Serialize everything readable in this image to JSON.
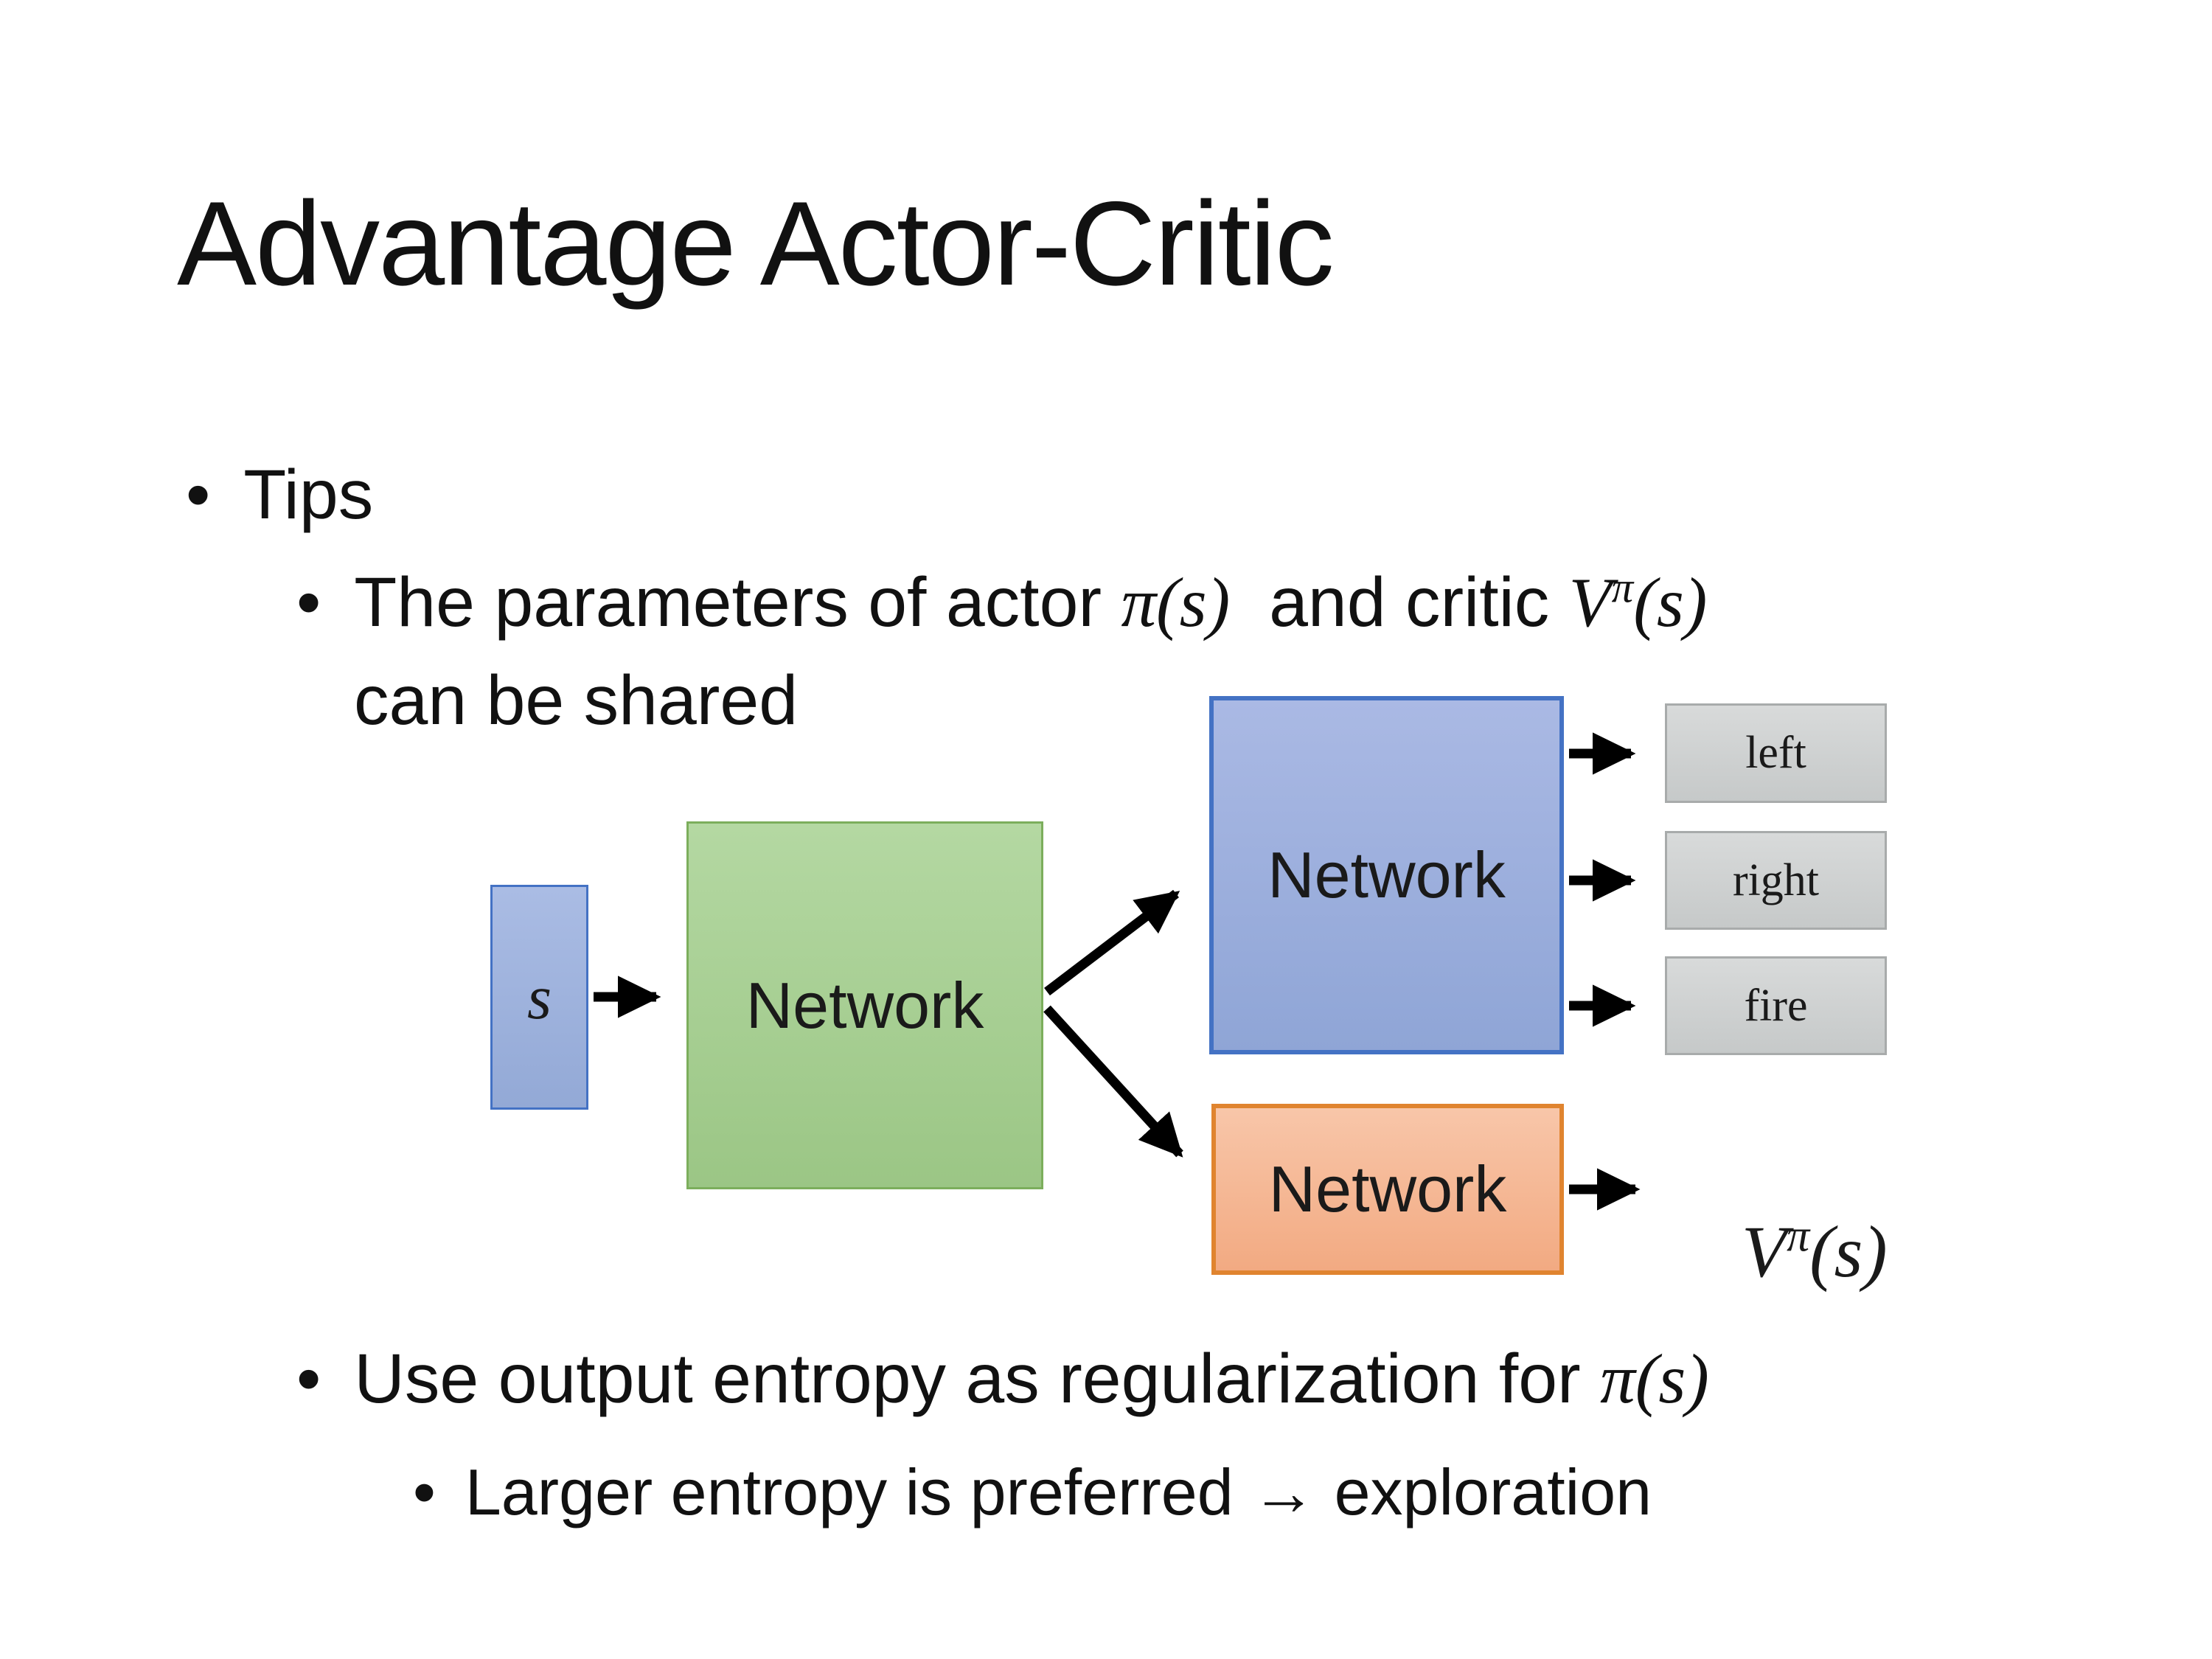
{
  "slide": {
    "title": "Advantage Actor-Critic",
    "bullet_char": "•"
  },
  "bullets": {
    "tips": "Tips",
    "b1_text1": "The parameters of actor ",
    "b1_pi": "π",
    "b1_args1": "(s)",
    "b1_text2": "  and critic ",
    "b1_V": "V",
    "b1_sup": "π",
    "b1_args2": "(s)",
    "b1_line2": "can be shared",
    "b2_text1": "Use output entropy as regularization for ",
    "b2_pi": "π",
    "b2_args": "(s)",
    "b3_text": "Larger entropy is preferred → exploration"
  },
  "diagram": {
    "input_label": "s",
    "shared_network_label": "Network",
    "actor_network_label": "Network",
    "critic_network_label": "Network",
    "actions": [
      "left",
      "right",
      "fire"
    ],
    "output_V": "V",
    "output_sup": "π",
    "output_args": "(s)",
    "colors": {
      "input_fill": "#9fb2dd",
      "input_border": "#4472c4",
      "shared_fill": "#a8cf96",
      "shared_border": "#7cae5c",
      "actor_fill": "#a4b6e0",
      "actor_border": "#4472c4",
      "critic_fill": "#f4b68f",
      "critic_border": "#e0842f",
      "action_fill": "#cfd1d1",
      "action_border": "#a8abab",
      "arrow": "#000000",
      "text": "#111111",
      "background": "#ffffff"
    }
  }
}
